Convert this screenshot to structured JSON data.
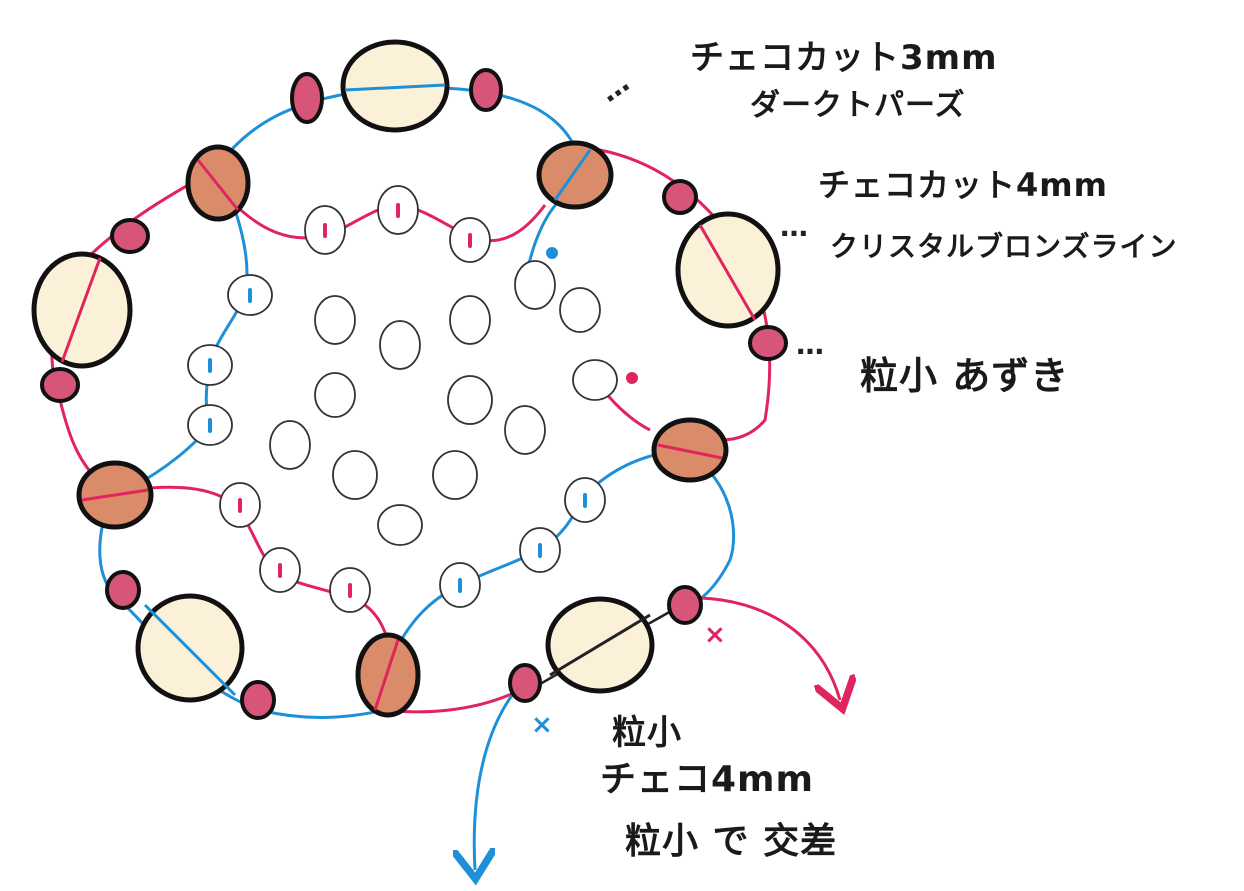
{
  "annotations": {
    "label_1_line1": "チェコカット3mm",
    "label_1_line2": "ダークトパーズ",
    "label_2_line1": "チェコカット4mm",
    "label_2_line2": "クリスタルブロンズライン",
    "label_3": "粒小 あずき",
    "label_4_line1": "粒小",
    "label_4_line2": "チェコ4mm",
    "label_4_line3": "粒小 で 交差"
  },
  "leaders": {
    "dots_1": "…",
    "dots_2": "…",
    "dots_3": "…"
  },
  "crossing_marks": {
    "red_mark": "×",
    "blue_mark": "×"
  },
  "colors": {
    "red_thread": "#e0245e",
    "blue_thread": "#1e90d8",
    "bead_outline": "#111111",
    "cream_bead_fill": "#fbf1d8",
    "topaz_bead_fill": "#d98b6a",
    "azuki_bead_fill": "#d8557a",
    "seed_bead_fill": "#ffffff"
  }
}
